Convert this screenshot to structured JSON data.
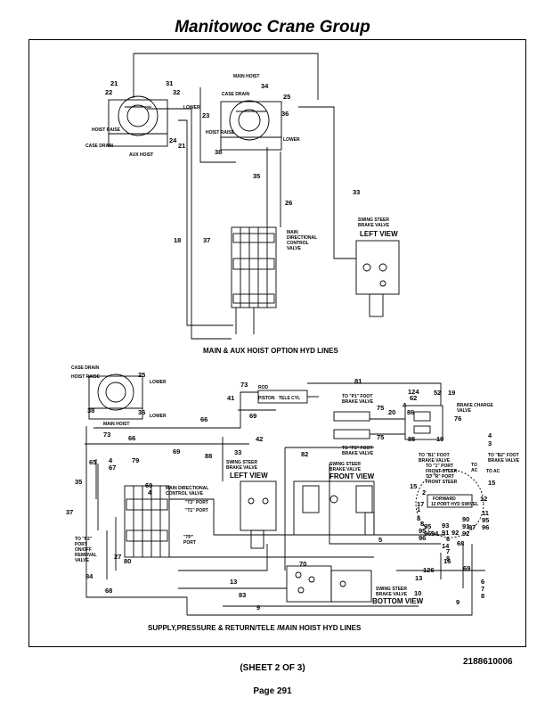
{
  "header": {
    "title": "Manitowoc Crane Group"
  },
  "footer": {
    "drawing_number": "2188610006",
    "sheet": "(SHEET 2 OF 3)",
    "page": "Page 291"
  },
  "diagram": {
    "top_caption": "MAIN & AUX HOIST OPTION HYD LINES",
    "bottom_caption": "SUPPLY,PRESSURE & RETURN/TELE /MAIN HOIST HYD LINES",
    "top_labels": {
      "main_hoist": "MAIN HOIST",
      "case_drain_main": "CASE DRAIN",
      "lower_main": "LOWER",
      "hoist_raise_main": "HOIST RAISE",
      "lower_aux": "LOWER",
      "hoist_raise_aux": "HOIST RAISE",
      "case_drain_aux": "CASE DRAIN",
      "aux_hoist": "AUX HOIST",
      "mdcv_1": "MAIN",
      "mdcv_2": "DIRECTIONAL",
      "mdcv_3": "CONTROL",
      "mdcv_4": "VALVE",
      "ssbv_1": "SWING STEER",
      "ssbv_2": "BRAKE VALVE",
      "ssbv_3": "LEFT VIEW"
    },
    "top_numbers": [
      "21",
      "22",
      "31",
      "32",
      "24",
      "21",
      "23",
      "34",
      "25",
      "36",
      "38",
      "35",
      "26",
      "33",
      "18",
      "37"
    ],
    "bottom_labels": {
      "case_drain": "CASE DRAIN",
      "hoist_raise": "HOIST RAISE",
      "lower_1": "LOWER",
      "lower_2": "LOWER",
      "main_hoist": "MAIN HOIST",
      "rod": "ROD",
      "piston": "PISTON",
      "tele_cyl": "TELE CYL",
      "to_p1_1": "TO \"P1\" FOOT",
      "to_p1_2": "BRAKE VALVE",
      "to_p2_1": "TO \"P2\" FOOT",
      "to_p2_2": "BRAKE VALVE",
      "brake_charge_1": "BRAKE CHARGE",
      "brake_charge_2": "VALVE",
      "ssbv_l1": "SWING STEER",
      "ssbv_l2": "BRAKE VALVE",
      "ssbv_l3": "LEFT VIEW",
      "ssbv_f1": "SWING STEER",
      "ssbv_f2": "BRAKE VALVE",
      "ssbv_f3": "FRONT VIEW",
      "ssbv_b1": "SWING STEER",
      "ssbv_b2": "BRAKE VALVE",
      "ssbv_b3": "BOTTOM VIEW",
      "mdcv_1": "MAIN DIRECTIONAL",
      "mdcv_2": "CONTROL VALVE",
      "t3_port": "\"T3\" PORT",
      "t1_port": "\"T1\" PORT",
      "tp_port_1": "\"TP\"",
      "tp_port_2": "PORT",
      "to_p2_port_1": "TO \"P2\"",
      "to_p2_port_2": "PORT",
      "to_p2_port_3": "ON/OFF",
      "to_p2_port_4": "REMOVAL",
      "to_p2_port_5": "VALVE",
      "to_b1_1": "TO \"B1\" FOOT",
      "to_b1_2": "BRAKE VALVE",
      "to_b2_1": "TO \"B2\" FOOT",
      "to_b2_2": "BRAKE VALVE",
      "to_1_port_1": "TO \"1\" PORT",
      "to_1_port_2": "FRONT STEER",
      "to_r_port_1": "TO \"R\" PORT",
      "to_r_port_2": "FRONT STEER",
      "to_ac_1": "TO",
      "to_ac_2": "AC",
      "to_ac_3": "TO AC",
      "forward": "FORWARD",
      "port_hyd_swivel": "12 PORT HYD SWIVEL"
    },
    "bottom_numbers": [
      "25",
      "38",
      "36",
      "73",
      "41",
      "69",
      "66",
      "42",
      "81",
      "124",
      "62",
      "52",
      "19",
      "4",
      "75",
      "20",
      "86",
      "76",
      "75",
      "85",
      "19",
      "73",
      "66",
      "69",
      "88",
      "33",
      "82",
      "65",
      "4",
      "67",
      "79",
      "35",
      "37",
      "69",
      "4",
      "84",
      "27",
      "80",
      "68",
      "70",
      "5",
      "13",
      "83",
      "126",
      "16",
      "10",
      "9",
      "9",
      "94",
      "93",
      "91",
      "92",
      "68",
      "97",
      "14",
      "6",
      "7",
      "8",
      "90",
      "91",
      "92",
      "95",
      "96",
      "8",
      "95",
      "96",
      "11",
      "12",
      "15",
      "15",
      "2",
      "1",
      "17",
      "8",
      "95",
      "96",
      "4",
      "3",
      "6",
      "7",
      "8",
      "13",
      "69"
    ]
  }
}
